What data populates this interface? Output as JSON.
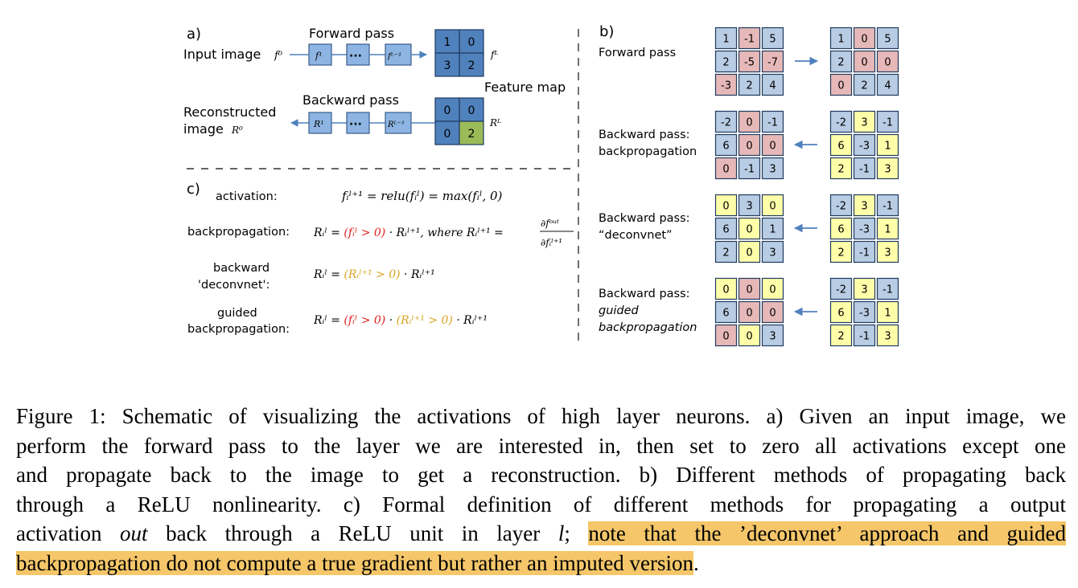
{
  "panel_a": {
    "label": "a)",
    "forward_pass": "Forward pass",
    "input_image": "Input image",
    "f0": "f⁰",
    "f1": "f¹",
    "dots": "···",
    "fLminus1": "fᴸ⁻¹",
    "fL": "fᴸ",
    "feature_map_top": [
      "1",
      "0",
      "3",
      "2"
    ],
    "feature_map_label": "Feature map",
    "backward_pass": "Backward pass",
    "reconstructed_1": "Reconstructed",
    "reconstructed_2": "image",
    "R0": "R⁰",
    "R1": "R¹",
    "RLminus1": "Rᴸ⁻¹",
    "RL": "Rᴸ",
    "feature_map_bottom": [
      "0",
      "0",
      "0",
      "2"
    ]
  },
  "panel_b": {
    "label": "b)",
    "rows": [
      {
        "label_lines": [
          "Forward pass"
        ],
        "italic_lines": [],
        "arrow": "→",
        "left": [
          "1",
          "-1",
          "5",
          "2",
          "-5",
          "-7",
          "-3",
          "2",
          "4"
        ],
        "right": [
          "1",
          "0",
          "5",
          "2",
          "0",
          "0",
          "0",
          "2",
          "4"
        ]
      },
      {
        "label_lines": [
          "Backward pass:",
          "backpropagation"
        ],
        "italic_lines": [],
        "arrow": "←",
        "left": [
          "-2",
          "0",
          "-1",
          "6",
          "0",
          "0",
          "0",
          "-1",
          "3"
        ],
        "right": [
          "-2",
          "3",
          "-1",
          "6",
          "-3",
          "1",
          "2",
          "-1",
          "3"
        ]
      },
      {
        "label_lines": [
          "Backward pass:",
          "“deconvnet”"
        ],
        "italic_lines": [],
        "arrow": "←",
        "left": [
          "0",
          "3",
          "0",
          "6",
          "0",
          "1",
          "2",
          "0",
          "3"
        ],
        "right": [
          "-2",
          "3",
          "-1",
          "6",
          "-3",
          "1",
          "2",
          "-1",
          "3"
        ]
      },
      {
        "label_lines": [
          "Backward pass:"
        ],
        "italic_lines": [
          "guided",
          "backpropagation"
        ],
        "arrow": "←",
        "left": [
          "0",
          "0",
          "0",
          "6",
          "0",
          "0",
          "0",
          "0",
          "3"
        ],
        "right": [
          "-2",
          "3",
          "-1",
          "6",
          "-3",
          "1",
          "2",
          "-1",
          "3"
        ]
      }
    ]
  },
  "panel_c": {
    "label": "c)",
    "activation_label": "activation:",
    "activation_formula": "fᵢˡ⁺¹ = relu(fᵢˡ) = max(fᵢˡ, 0)",
    "backprop_label": "backpropagation:",
    "backprop_formula_a": "Rᵢˡ = ",
    "backprop_formula_red": "(fᵢˡ > 0)",
    "backprop_formula_b": " · Rᵢˡ⁺¹, where Rᵢˡ⁺¹ = ",
    "backprop_frac_num": "∂fᵒᵘᵗ",
    "backprop_frac_den": "∂fᵢˡ⁺¹",
    "deconv_label_1": "backward",
    "deconv_label_2": "'deconvnet':",
    "deconv_formula_a": "Rᵢˡ = ",
    "deconv_formula_yellow": "(Rᵢˡ⁺¹ > 0)",
    "deconv_formula_b": " · Rᵢˡ⁺¹",
    "guided_label_1": "guided",
    "guided_label_2": "backpropagation:",
    "guided_formula_a": "Rᵢˡ = ",
    "guided_formula_red": "(fᵢˡ > 0)",
    "guided_formula_mid": " · ",
    "guided_formula_yellow": "(Rᵢˡ⁺¹ > 0)",
    "guided_formula_b": " · Rᵢˡ⁺¹"
  },
  "colors": {
    "blue_cell": "#b8cce4",
    "pink_cell": "#e6b9b8",
    "yellow_cell": "#ffffaa",
    "dark_blue_cell": "#4f81bd",
    "green_cell": "#9bbb59",
    "light_box": "#8db4e2",
    "arrow": "#4f81bd",
    "red_text": "#e02020",
    "yellow_text": "#d9a520",
    "highlight": "#f5c76a"
  },
  "caption": {
    "line1": "Figure 1: Schematic of visualizing the activations of high layer neurons. a) Given an input image, we",
    "line2": "perform the forward pass to the layer we are interested in, then set to zero all activations except one",
    "line3": "and propagate back to the image to get a reconstruction. b) Different methods of propagating back",
    "line4": "through a ReLU nonlinearity. c) Formal definition of different methods for propagating a output",
    "line5_a": "activation ",
    "line5_out": "out",
    "line5_b": " back through a ReLU unit in layer ",
    "line5_l": "l",
    "line5_c": "; ",
    "line5_hl": "note that the ’deconvnet’ approach and guided",
    "line6_hl": "backpropagation do not compute a true gradient but rather an imputed version",
    "line6_end": "."
  }
}
